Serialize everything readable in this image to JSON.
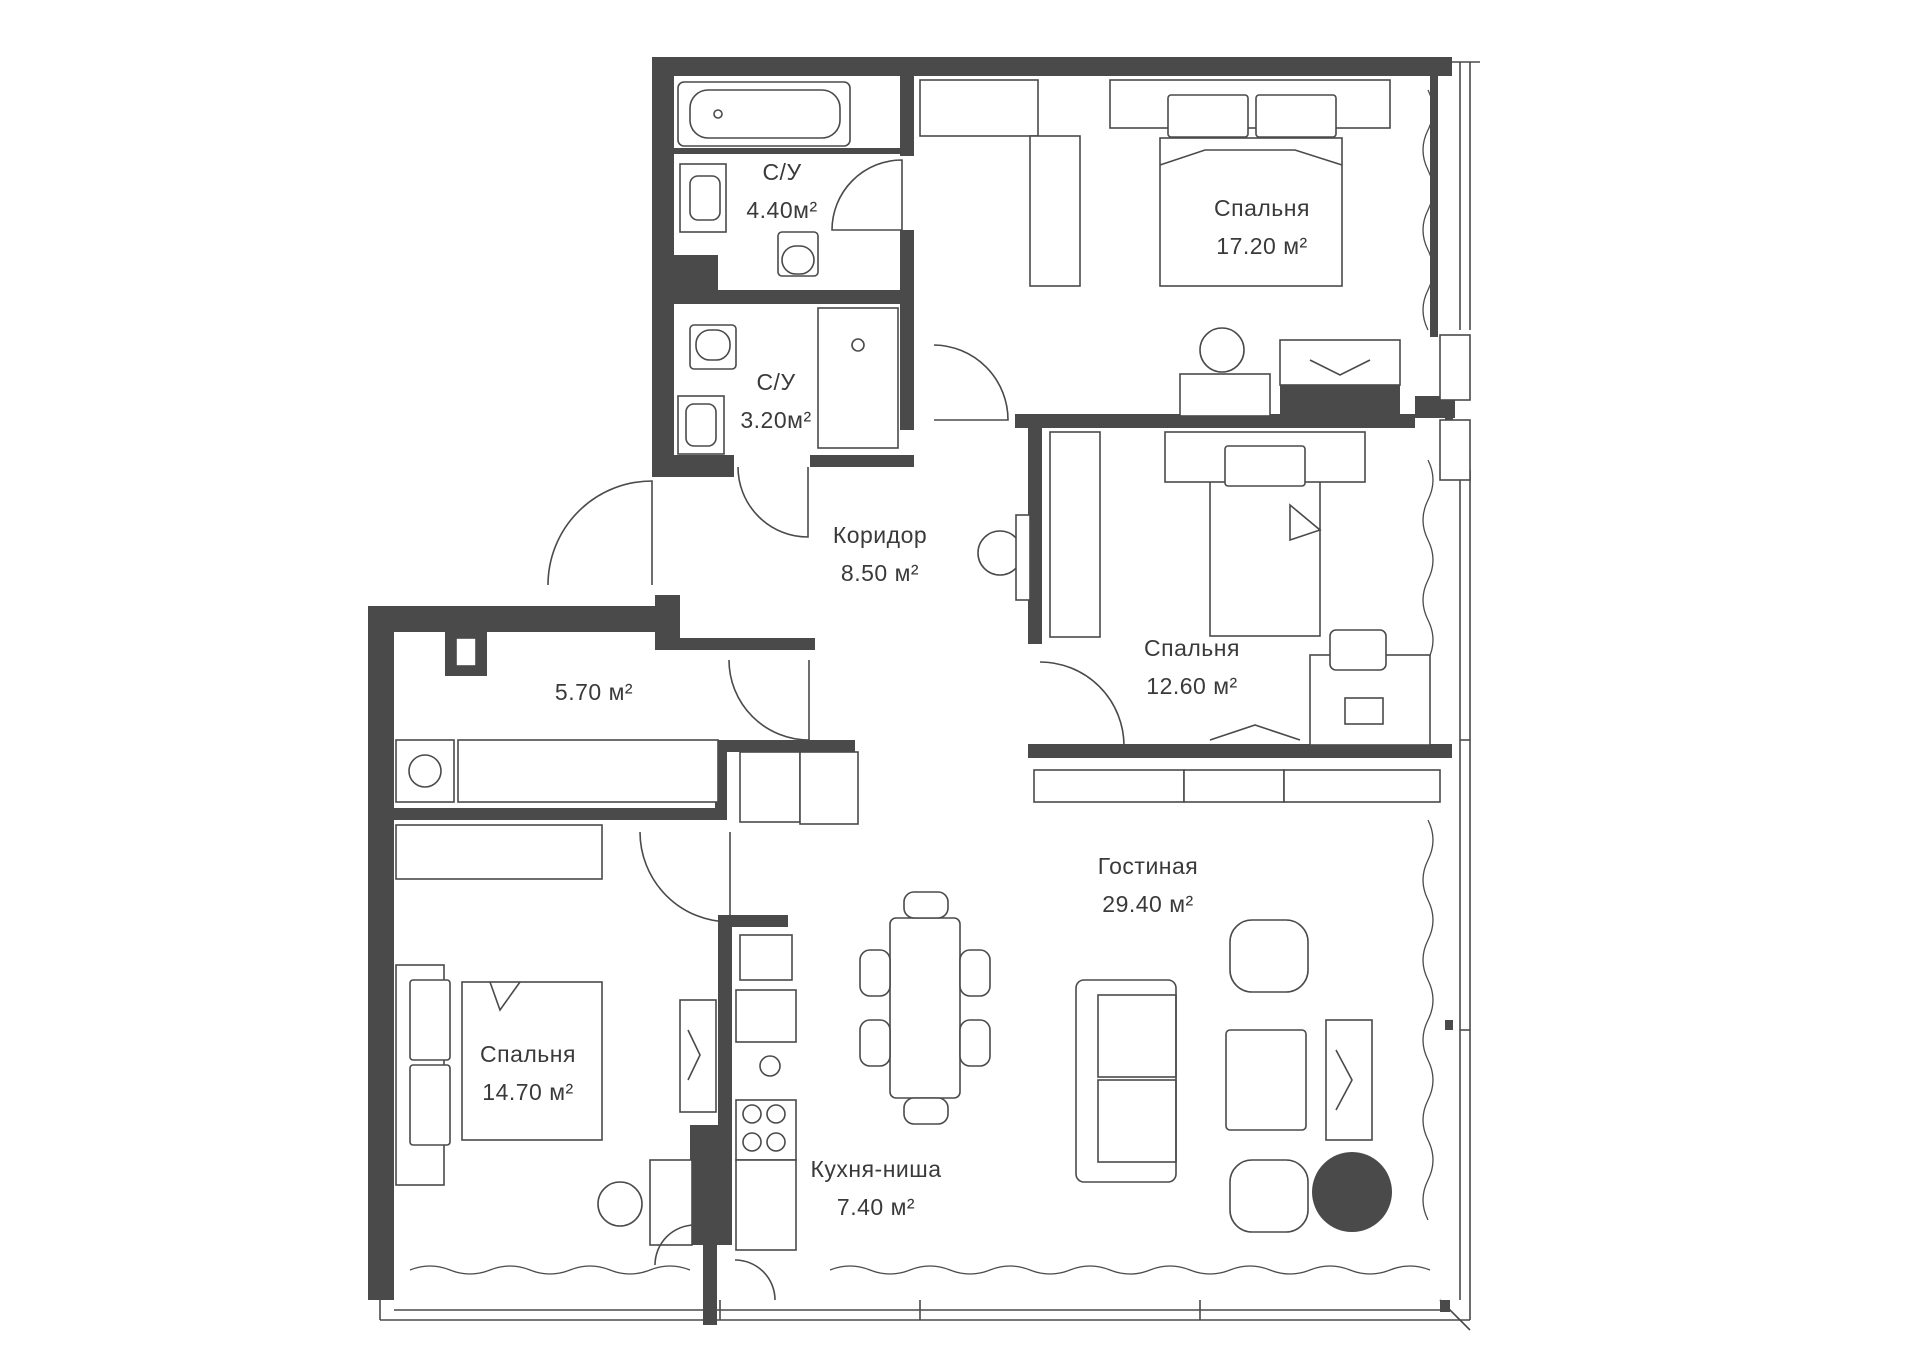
{
  "rooms": [
    {
      "key": "bath1",
      "name": "С/У",
      "area": "4.40м²"
    },
    {
      "key": "bath2",
      "name": "С/У",
      "area": "3.20м²"
    },
    {
      "key": "bed1",
      "name": "Спальня",
      "area": "17.20 м²"
    },
    {
      "key": "corridor",
      "name": "Коридор",
      "area": "8.50 м²"
    },
    {
      "key": "bed2",
      "name": "Спальня",
      "area": "12.60 м²"
    },
    {
      "key": "storage",
      "name": "",
      "area": "5.70 м²"
    },
    {
      "key": "living",
      "name": "Гостиная",
      "area": "29.40 м²"
    },
    {
      "key": "bed3",
      "name": "Спальня",
      "area": "14.70 м²"
    },
    {
      "key": "kitchen",
      "name": "Кухня-ниша",
      "area": "7.40 м²"
    }
  ],
  "colors": {
    "wall": "#4a4a4a",
    "background": "#ffffff"
  }
}
